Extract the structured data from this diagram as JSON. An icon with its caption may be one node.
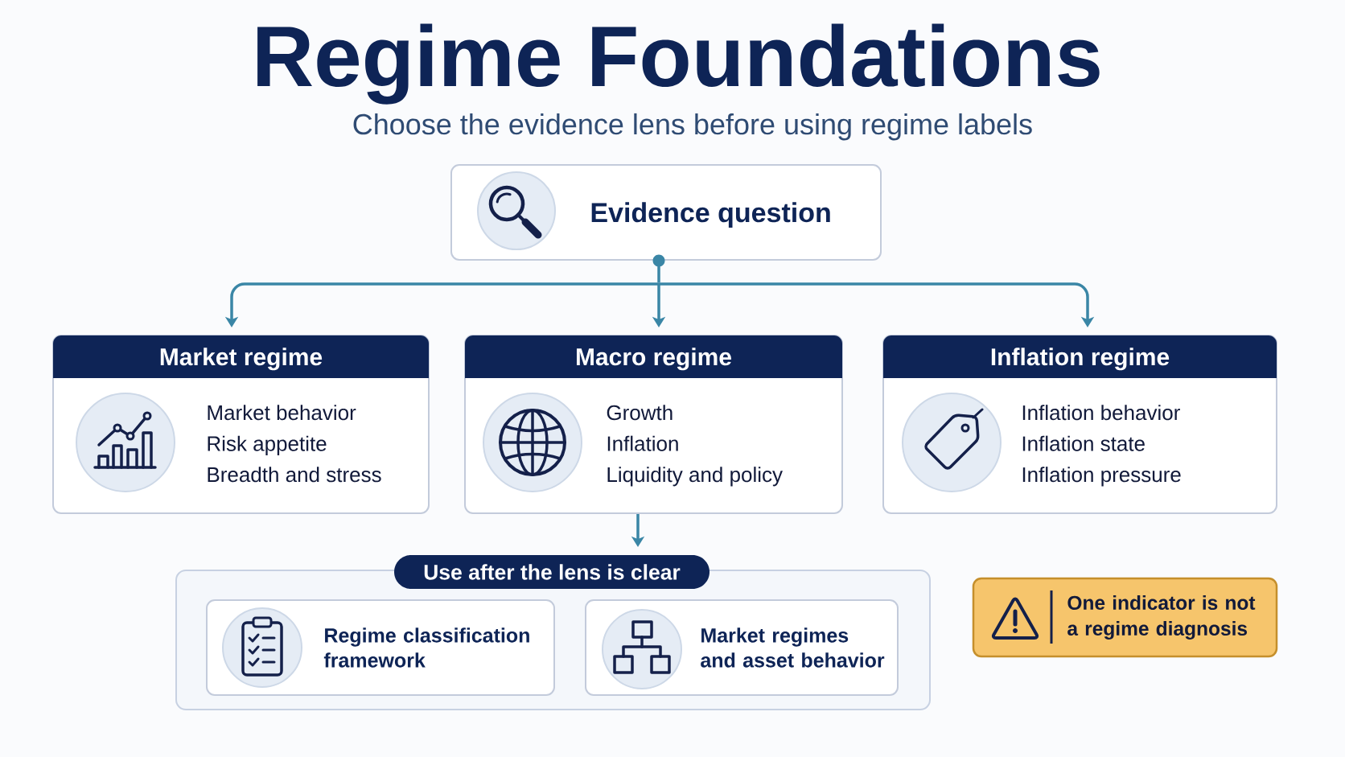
{
  "diagram": {
    "title": "Regime Foundations",
    "nodes": [
      {
        "text": [
          "Evidence question"
        ]
      },
      {
        "text": [
          "Market regime",
          "Market behavior",
          "Risk appetite",
          "Breadth and stress"
        ]
      },
      {
        "text": [
          "Macro regime",
          "Growth",
          "Inflation",
          "Liquidity and policy"
        ]
      },
      {
        "text": [
          "Inflation regime",
          "Inflation behavior",
          "Inflation state",
          "Inflation pressure"
        ]
      },
      {
        "text": [
          "Use after the lens is clear"
        ]
      },
      {
        "text": [
          "Regime classification framework"
        ],
        "in": 4
      },
      {
        "text": [
          "Market regimes and asset behavior"
        ],
        "in": 4
      },
      {
        "text": [
          "One indicator is not a regime diagnosis"
        ]
      }
    ],
    "edges": [
      {
        "from": 0,
        "to": 1,
        "arrow": "to"
      },
      {
        "from": 0,
        "to": 2,
        "arrow": "to"
      },
      {
        "from": 0,
        "to": 3,
        "arrow": "to"
      },
      {
        "from": 2,
        "to": 4,
        "arrow": "to"
      }
    ],
    "labels": [
      "Choose the evidence lens before using regime labels"
    ]
  }
}
